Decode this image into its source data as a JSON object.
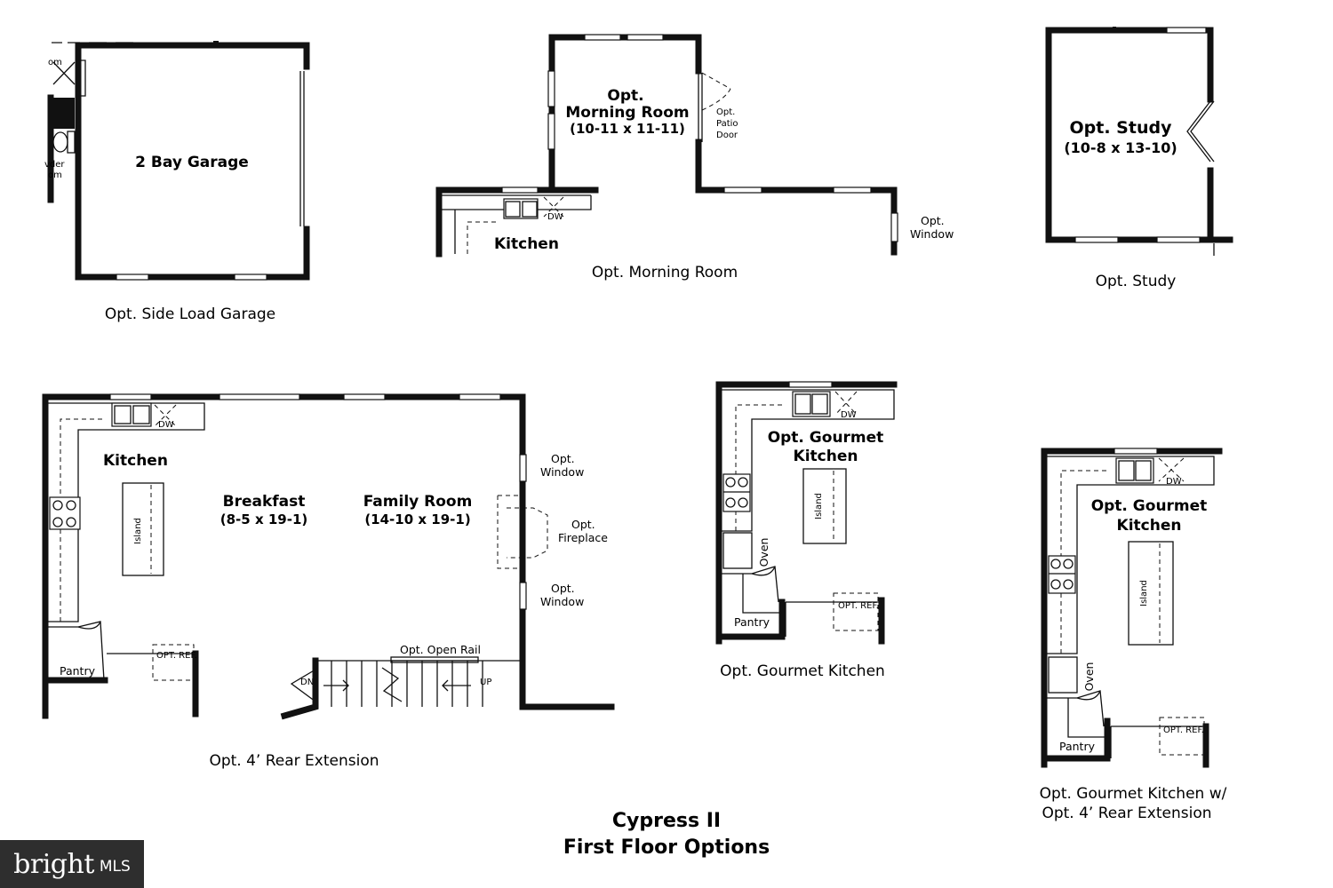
{
  "captions": {
    "side_load_garage": "Opt. Side Load Garage",
    "morning_room": "Opt. Morning Room",
    "study": "Opt. Study",
    "rear_extension": "Opt. 4’ Rear Extension",
    "gourmet_kitchen": "Opt. Gourmet Kitchen",
    "gourmet_kitchen_ext_line1": "Opt. Gourmet Kitchen w/",
    "gourmet_kitchen_ext_line2": "Opt. 4’ Rear Extension"
  },
  "title": {
    "line1": "Cypress II",
    "line2": "First Floor Options"
  },
  "garage": {
    "room": "2 Bay Garage",
    "powder_top": "om",
    "powder_mid": "vder",
    "powder_bot": "om"
  },
  "morning": {
    "opt": "Opt.",
    "room": "Morning Room",
    "dims": "(10-11 x 11-11)",
    "patio1": "Opt.",
    "patio2": "Patio",
    "patio3": "Door",
    "window1": "Opt.",
    "window2": "Window",
    "kitchen": "Kitchen",
    "dw": "DW"
  },
  "study": {
    "room": "Opt. Study",
    "dims": "(10-8 x 13-10)"
  },
  "rear": {
    "kitchen": "Kitchen",
    "breakfast": "Breakfast",
    "breakfast_dims": "(8-5 x 19-1)",
    "family": "Family Room",
    "family_dims": "(14-10 x 19-1)",
    "window_top1": "Opt.",
    "window_top2": "Window",
    "fireplace1": "Opt.",
    "fireplace2": "Fireplace",
    "window_bot1": "Opt.",
    "window_bot2": "Window",
    "island": "Island",
    "pantry": "Pantry",
    "opt_ref": "OPT. REF.",
    "open_rail": "Opt. Open Rail",
    "dn": "DN",
    "up": "UP",
    "dw": "DW"
  },
  "gourmet": {
    "room1": "Opt. Gourmet",
    "room2": "Kitchen",
    "island": "Island",
    "oven": "Oven",
    "pantry": "Pantry",
    "opt_ref": "OPT. REF.",
    "dw": "DW"
  },
  "gourmet_ext": {
    "room1": "Opt. Gourmet",
    "room2": "Kitchen",
    "island": "Island",
    "oven": "Oven",
    "pantry": "Pantry",
    "opt_ref": "OPT. REF.",
    "dw": "DW"
  },
  "logo": {
    "brand": "bright",
    "suffix": "MLS"
  },
  "colors": {
    "wall": "#111111",
    "background": "#ffffff",
    "logo_bg": "#2e2e2e"
  }
}
